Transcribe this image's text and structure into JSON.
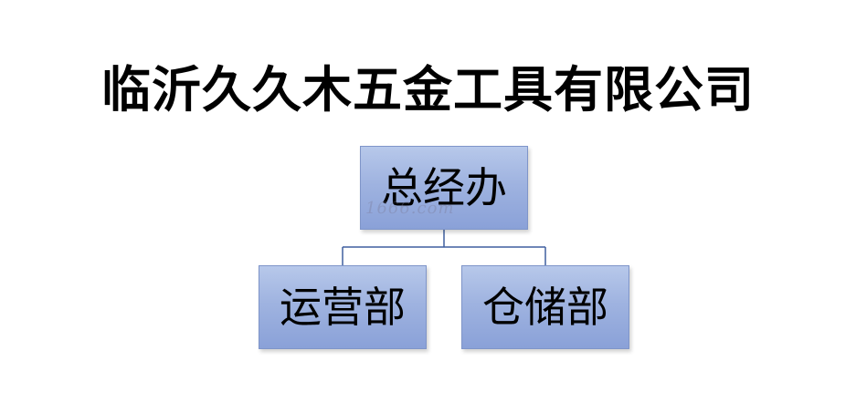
{
  "title": "临沂久久木五金工具有限公司",
  "org_chart": {
    "root": {
      "label": "总经办"
    },
    "children": [
      {
        "label": "运营部"
      },
      {
        "label": "仓储部"
      }
    ]
  },
  "watermark": {
    "text": "1666.com"
  },
  "colors": {
    "node_fill_top": "#b7c8ea",
    "node_fill_bottom": "#8aa1d8",
    "connector": "#3f5f9f"
  }
}
